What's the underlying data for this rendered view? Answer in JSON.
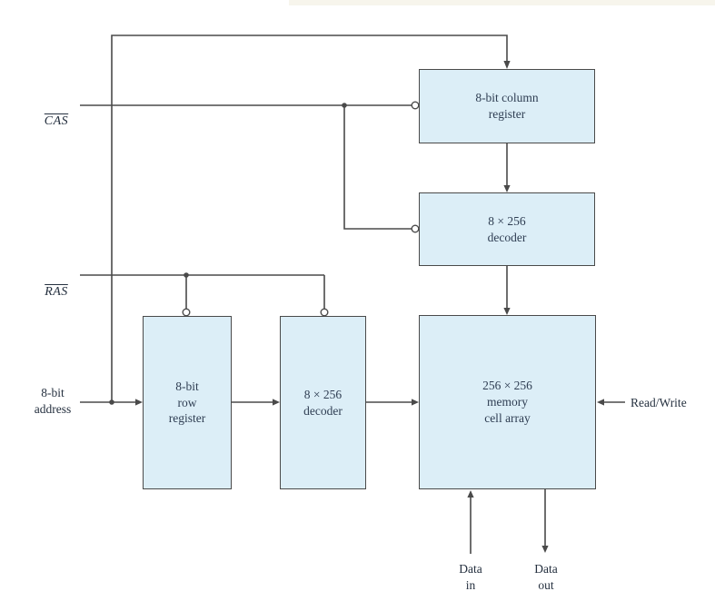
{
  "colors": {
    "box_fill": "#dceef7",
    "box_border": "#4a4a4a",
    "line": "#4a4a4a",
    "box_text": "#2e3d52",
    "label_text": "#25303f"
  },
  "boxes": {
    "column_register": {
      "label": "8-bit column\nregister"
    },
    "column_decoder": {
      "label": "8 × 256\ndecoder"
    },
    "row_register": {
      "label": "8-bit\nrow\nregister"
    },
    "row_decoder": {
      "label": "8 × 256\ndecoder"
    },
    "memory_array": {
      "label": "256 × 256\nmemory\ncell array"
    }
  },
  "signals": {
    "cas": "CAS",
    "ras": "RAS",
    "address": "8-bit\naddress",
    "read_write": "Read/Write",
    "data_in": "Data\nin",
    "data_out": "Data\nout"
  }
}
